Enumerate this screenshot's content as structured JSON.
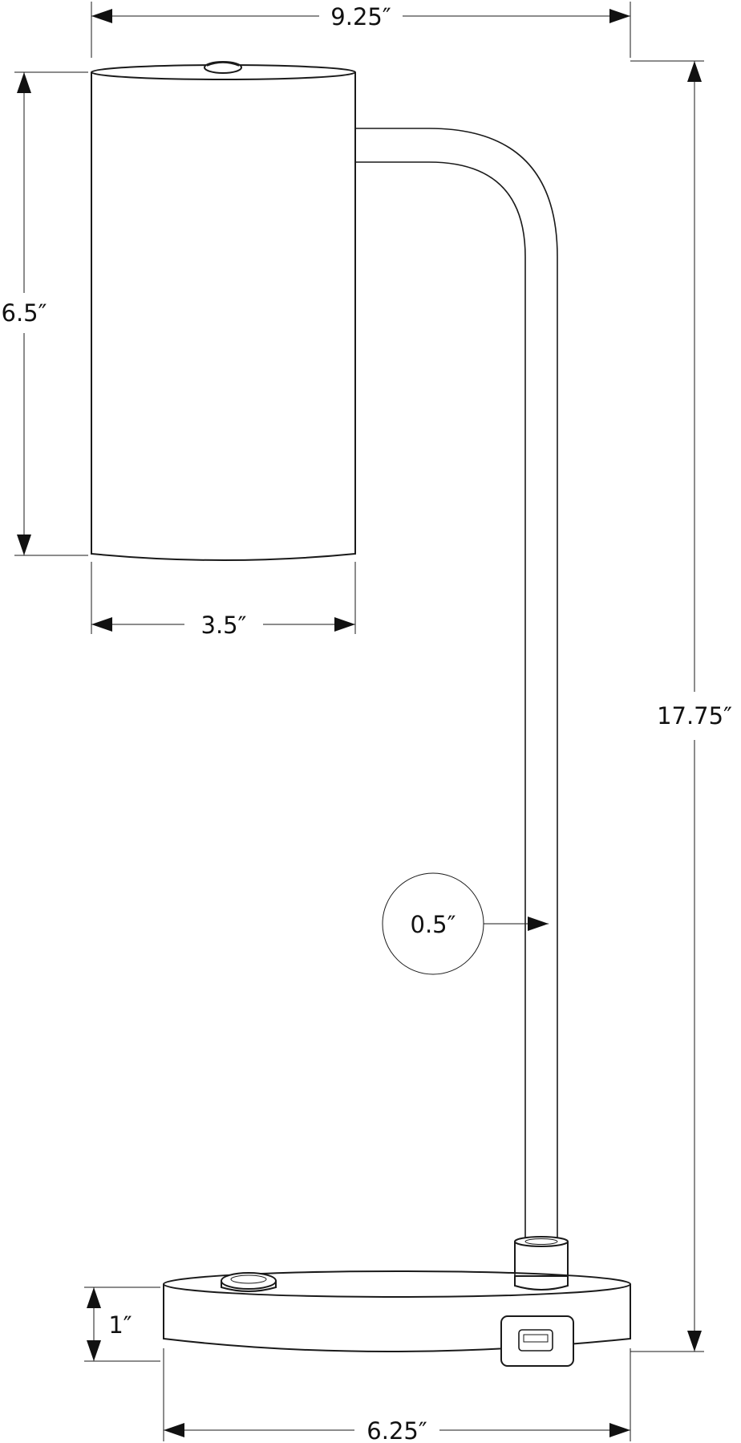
{
  "diagram": {
    "dimensions": {
      "overall_width": "9.25″",
      "overall_height": "17.75″",
      "shade_height": "6.5″",
      "shade_width": "3.5″",
      "pole_diameter": "0.5″",
      "base_height": "1″",
      "base_width": "6.25″"
    }
  }
}
